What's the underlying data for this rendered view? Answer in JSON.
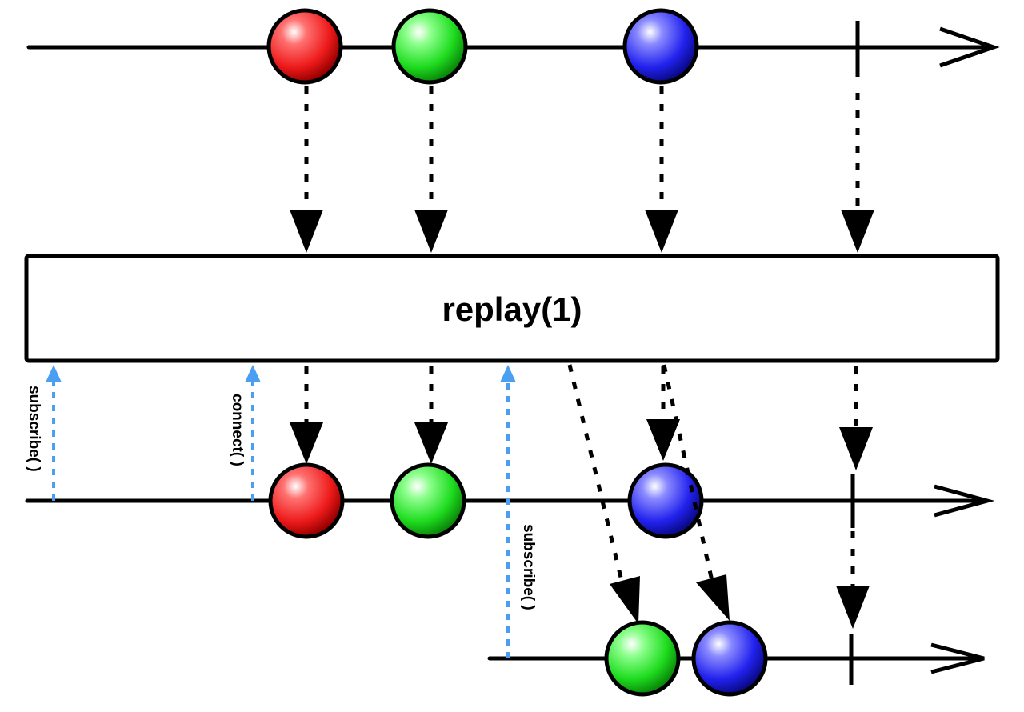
{
  "operator": {
    "label": "replay(1)"
  },
  "calls": {
    "subscribe_first": "subscribe( )",
    "connect": "connect( )",
    "subscribe_late": "subscribe( )"
  },
  "colors": {
    "red": "#ee1b1b",
    "green": "#1fdc1f",
    "blue": "#2222ee",
    "call_arrow": "#4a9ff2",
    "line": "#000000"
  },
  "timelines": {
    "source": {
      "items": [
        "red",
        "green",
        "blue"
      ],
      "terminates": "completed"
    },
    "first_subscriber": {
      "items": [
        "red",
        "green",
        "blue"
      ],
      "terminates": "completed"
    },
    "late_subscriber": {
      "items": [
        "green",
        "blue"
      ],
      "terminates": "completed",
      "note_replayed_item": "green"
    }
  }
}
